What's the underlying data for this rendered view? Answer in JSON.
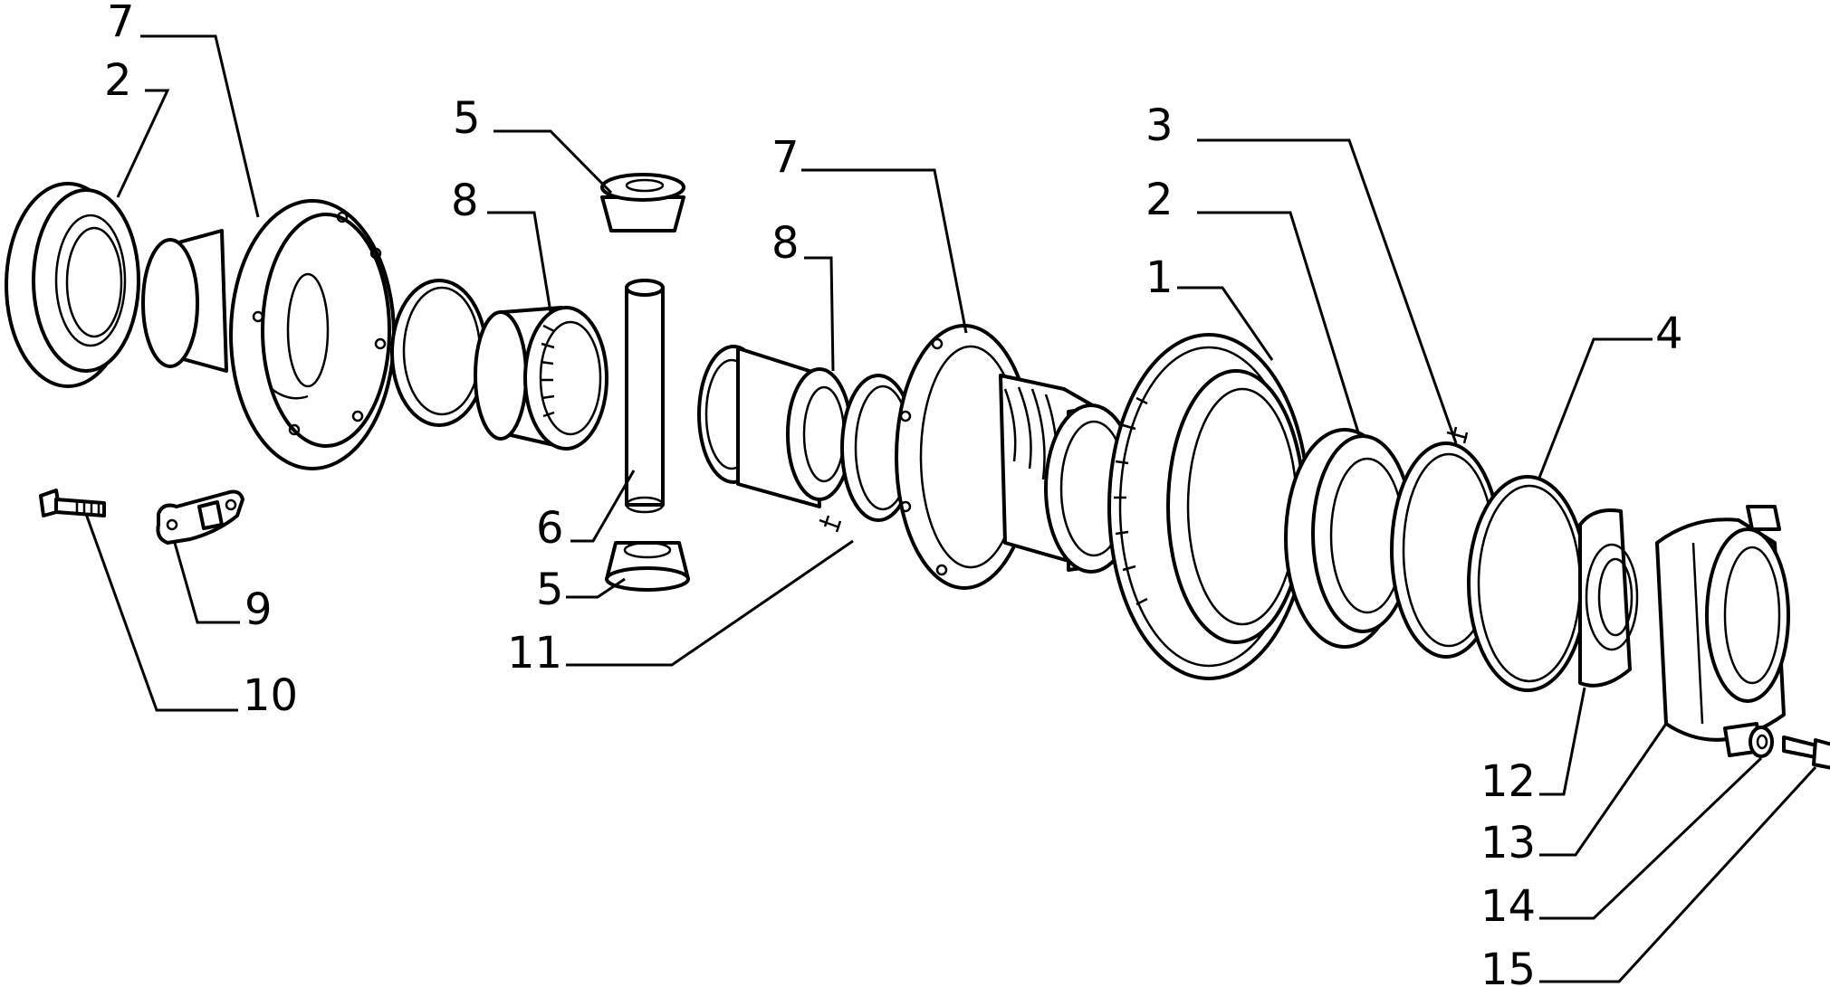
{
  "diagram": {
    "colors": {
      "ink": "#000000",
      "paper": "#ffffff"
    },
    "callouts": {
      "c7a": "7",
      "c2a": "2",
      "c5a": "5",
      "c8a": "8",
      "c6": "6",
      "c5b": "5",
      "c11": "11",
      "c7b": "7",
      "c8b": "8",
      "c3": "3",
      "c2b": "2",
      "c1": "1",
      "c4": "4",
      "c9": "9",
      "c10": "10",
      "c12": "12",
      "c13": "13",
      "c14": "14",
      "c15": "15"
    }
  }
}
